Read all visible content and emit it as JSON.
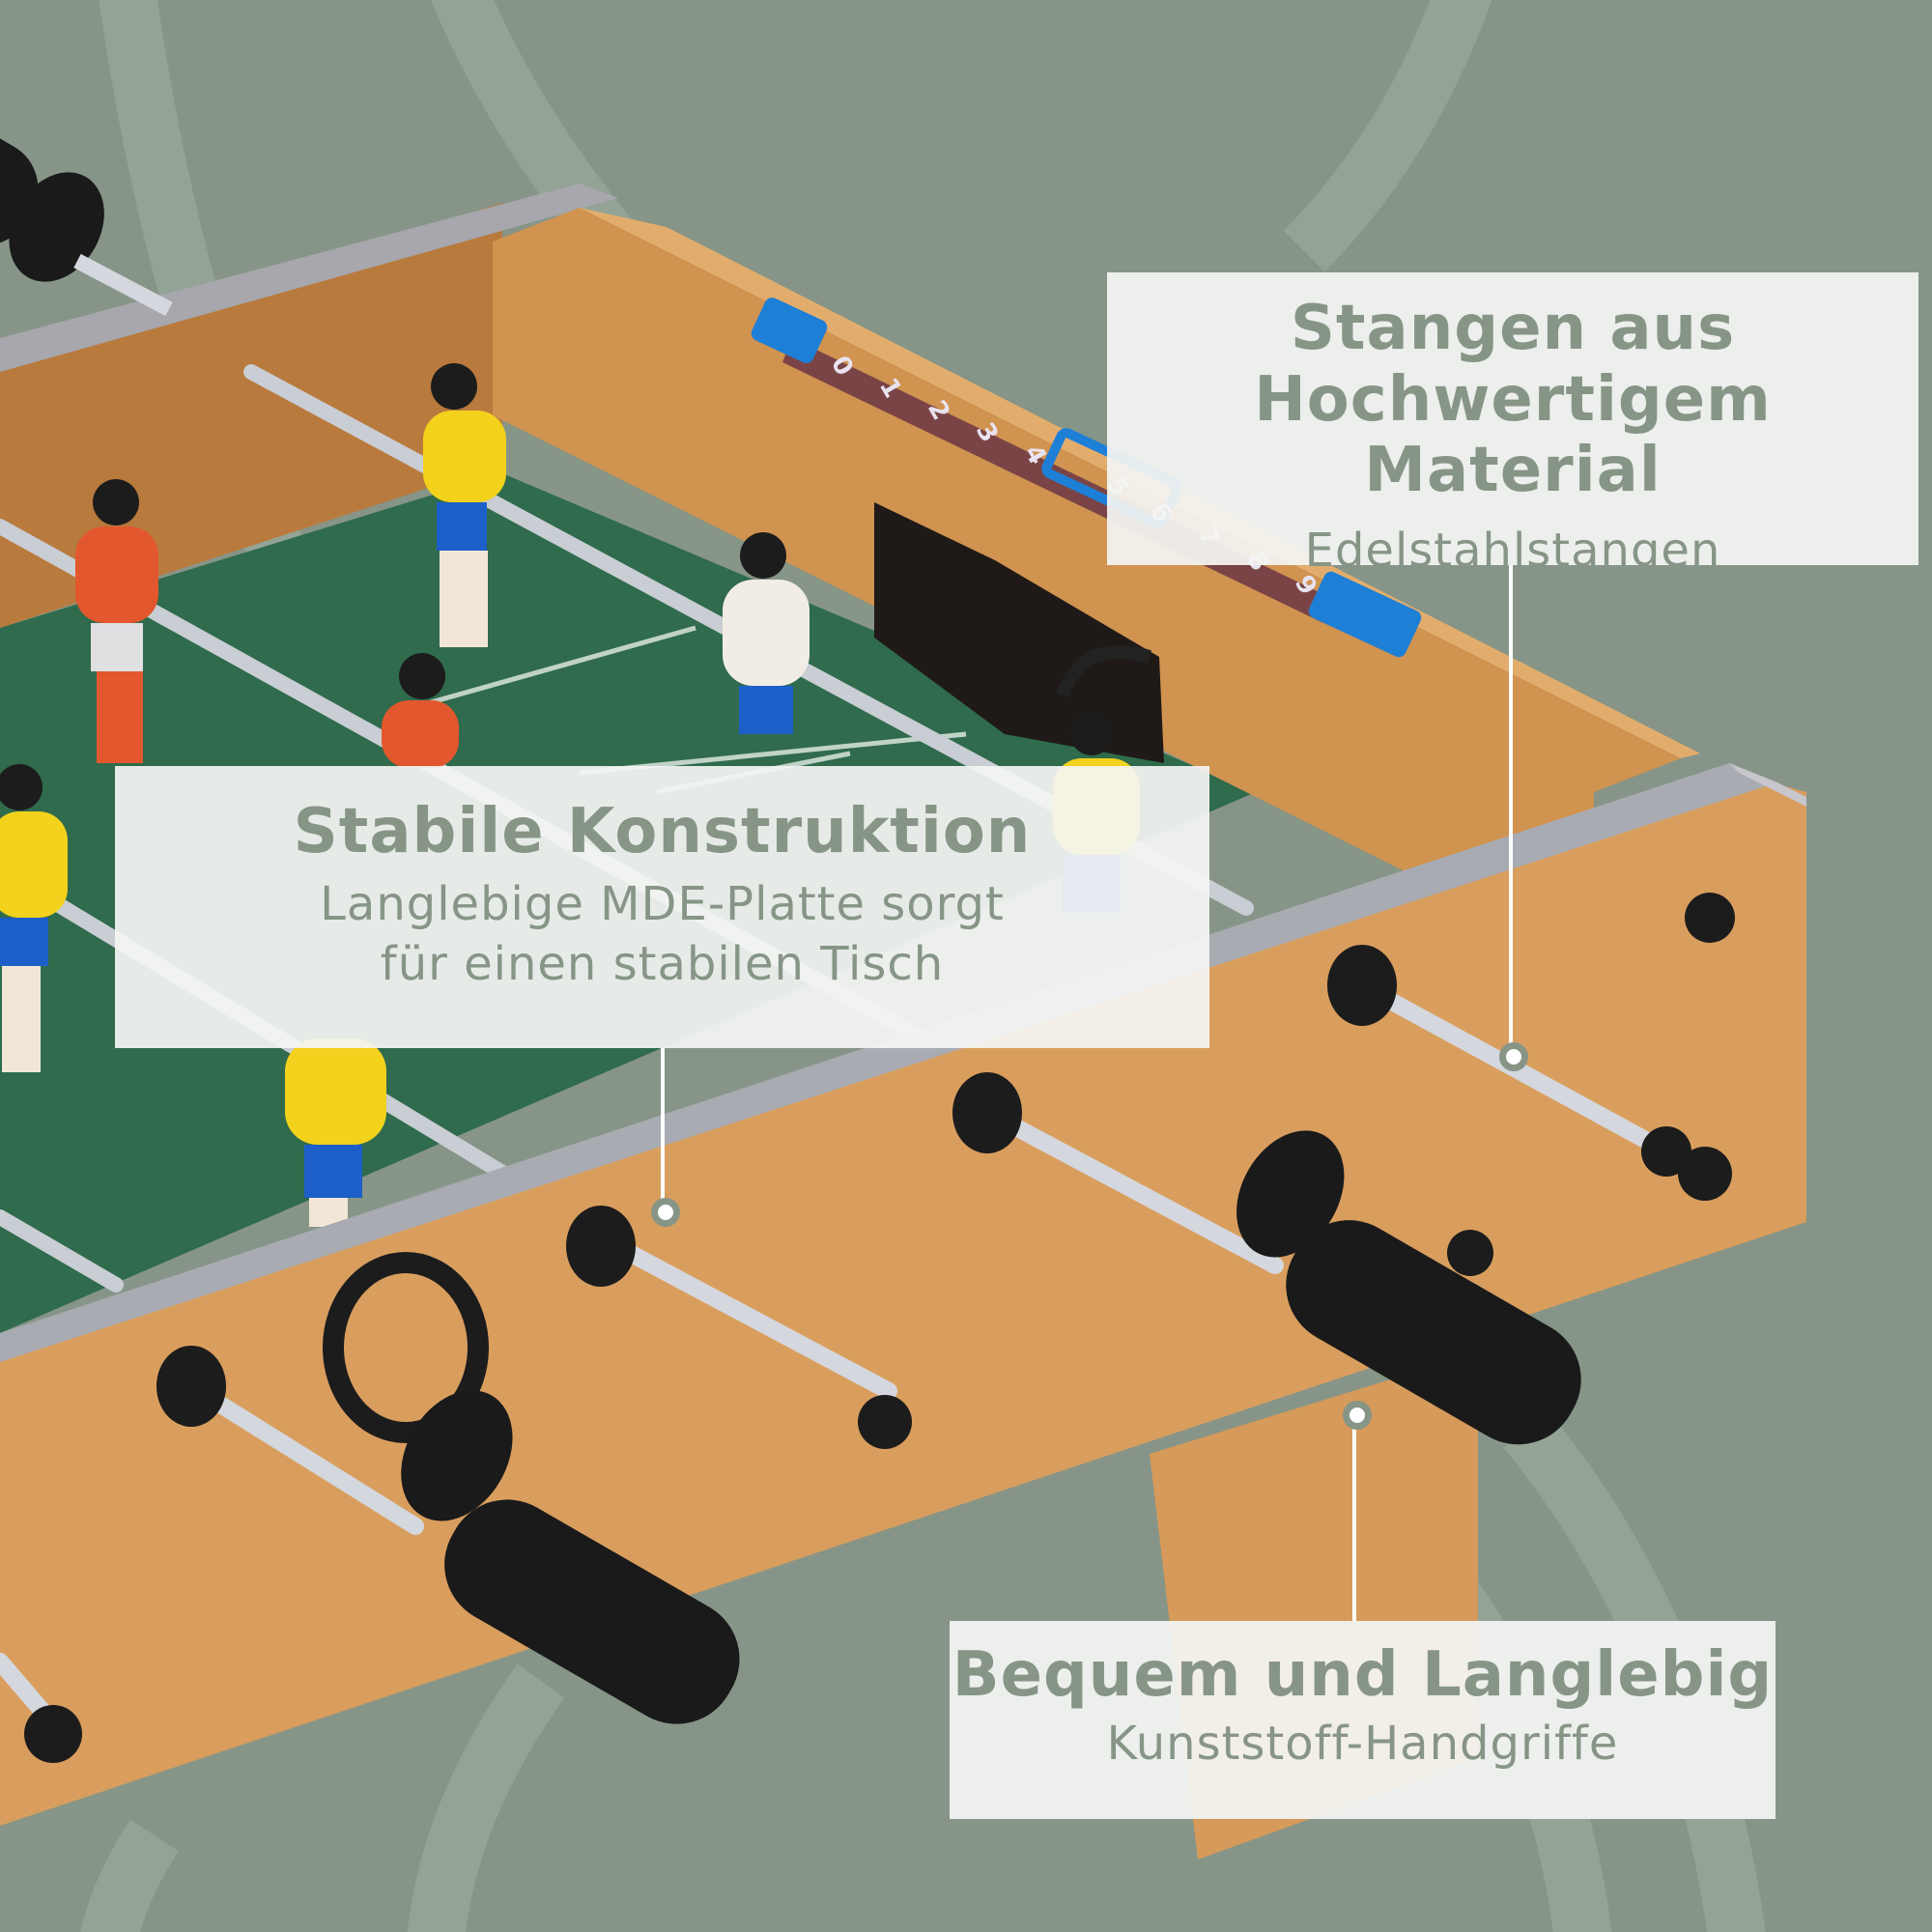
{
  "theme": {
    "background": "#869587",
    "arc_color": "#93a395",
    "panel_background": "#f4f5f3",
    "text_color": "#879587",
    "wood": "#d69a5a",
    "field_green": "#2f6b4c",
    "scoreboard_blue": "#1e7fd6",
    "scoreboard_strip": "#7a4446"
  },
  "product": {
    "name": "Tischkicker",
    "scoreboard_numbers": [
      "0",
      "1",
      "2",
      "3",
      "4",
      "5",
      "6",
      "7",
      "8",
      "9"
    ]
  },
  "callouts": [
    {
      "id": "rods",
      "title_line1": "Stangen aus",
      "title_line2": "Hochwertigem Material",
      "subtitle": "Edelstahlstangen"
    },
    {
      "id": "construction",
      "title": "Stabile Konstruktion",
      "subtitle": "Langlebige MDE-Platte sorgt für einen stabilen Tisch"
    },
    {
      "id": "grips",
      "title": "Bequem und Langlebig",
      "subtitle": "Kunststoff-Handgriffe"
    }
  ]
}
